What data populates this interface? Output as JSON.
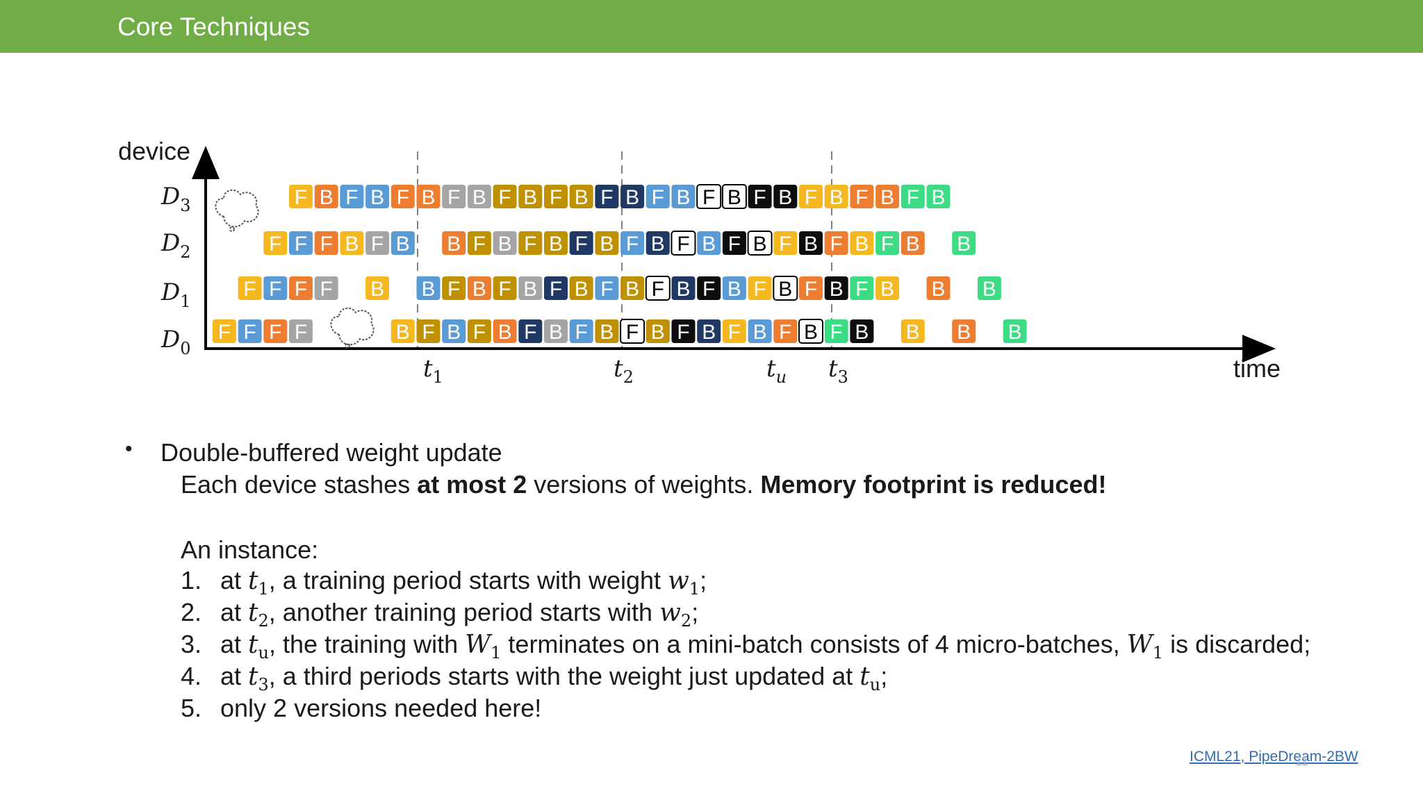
{
  "slide": {
    "title": "Core Techniques",
    "page_number": "11",
    "reference": "ICML21, PipeDream-2BW"
  },
  "diagram": {
    "y_axis_label": "device",
    "x_axis_label": "time",
    "devices": [
      {
        "name": "D",
        "sub": "3"
      },
      {
        "name": "D",
        "sub": "2"
      },
      {
        "name": "D",
        "sub": "1"
      },
      {
        "name": "D",
        "sub": "0"
      }
    ],
    "time_markers": [
      {
        "name": "t",
        "sub": "1"
      },
      {
        "name": "t",
        "sub": "2"
      },
      {
        "name": "t",
        "sub": "u"
      },
      {
        "name": "t",
        "sub": "3"
      }
    ],
    "colors": {
      "yellow": "#f5b820",
      "lightblue": "#5b9bd5",
      "orange": "#ed7d31",
      "gray": "#a5a5a5",
      "olive": "#bf9000",
      "navy": "#1f3864",
      "black": "#0d0d0d",
      "green": "#3ddc84",
      "outline": "#ffffff"
    },
    "rows": [
      [
        {
          "t": 0,
          "c": "yellow",
          "l": "F"
        },
        {
          "t": 1,
          "c": "orange",
          "l": "B"
        },
        {
          "t": 2,
          "c": "lightblue",
          "l": "F"
        },
        {
          "t": 3,
          "c": "lightblue",
          "l": "B"
        },
        {
          "t": 4,
          "c": "orange",
          "l": "F"
        },
        {
          "t": 5,
          "c": "orange",
          "l": "B"
        },
        {
          "t": 6,
          "c": "gray",
          "l": "F"
        },
        {
          "t": 7,
          "c": "gray",
          "l": "B"
        },
        {
          "t": 8,
          "c": "olive",
          "l": "F"
        },
        {
          "t": 9,
          "c": "olive",
          "l": "B"
        },
        {
          "t": 10,
          "c": "olive",
          "l": "F"
        },
        {
          "t": 11,
          "c": "olive",
          "l": "B"
        },
        {
          "t": 12,
          "c": "navy",
          "l": "F"
        },
        {
          "t": 13,
          "c": "navy",
          "l": "B"
        },
        {
          "t": 14,
          "c": "lightblue",
          "l": "F"
        },
        {
          "t": 15,
          "c": "lightblue",
          "l": "B"
        },
        {
          "t": 16,
          "c": "outline",
          "l": "F"
        },
        {
          "t": 17,
          "c": "outline",
          "l": "B"
        },
        {
          "t": 18,
          "c": "black",
          "l": "F"
        },
        {
          "t": 19,
          "c": "black",
          "l": "B"
        },
        {
          "t": 20,
          "c": "yellow",
          "l": "F"
        },
        {
          "t": 21,
          "c": "yellow",
          "l": "B"
        },
        {
          "t": 22,
          "c": "orange",
          "l": "F"
        },
        {
          "t": 23,
          "c": "orange",
          "l": "B"
        },
        {
          "t": 24,
          "c": "green",
          "l": "F"
        },
        {
          "t": 25,
          "c": "green",
          "l": "B"
        }
      ],
      [
        {
          "t": -1,
          "c": "yellow",
          "l": "F"
        },
        {
          "t": 0,
          "c": "lightblue",
          "l": "F"
        },
        {
          "t": 1,
          "c": "orange",
          "l": "F"
        },
        {
          "t": 2,
          "c": "yellow",
          "l": "B"
        },
        {
          "t": 3,
          "c": "gray",
          "l": "F"
        },
        {
          "t": 4,
          "c": "lightblue",
          "l": "B"
        },
        {
          "t": 6,
          "c": "orange",
          "l": "B"
        },
        {
          "t": 7,
          "c": "olive",
          "l": "F"
        },
        {
          "t": 8,
          "c": "gray",
          "l": "B"
        },
        {
          "t": 9,
          "c": "olive",
          "l": "F"
        },
        {
          "t": 10,
          "c": "olive",
          "l": "B"
        },
        {
          "t": 11,
          "c": "navy",
          "l": "F"
        },
        {
          "t": 12,
          "c": "olive",
          "l": "B"
        },
        {
          "t": 13,
          "c": "lightblue",
          "l": "F"
        },
        {
          "t": 14,
          "c": "navy",
          "l": "B"
        },
        {
          "t": 15,
          "c": "outline",
          "l": "F"
        },
        {
          "t": 16,
          "c": "lightblue",
          "l": "B"
        },
        {
          "t": 17,
          "c": "black",
          "l": "F"
        },
        {
          "t": 18,
          "c": "outline",
          "l": "B"
        },
        {
          "t": 19,
          "c": "yellow",
          "l": "F"
        },
        {
          "t": 20,
          "c": "black",
          "l": "B"
        },
        {
          "t": 21,
          "c": "orange",
          "l": "F"
        },
        {
          "t": 22,
          "c": "yellow",
          "l": "B"
        },
        {
          "t": 23,
          "c": "green",
          "l": "F"
        },
        {
          "t": 24,
          "c": "orange",
          "l": "B"
        },
        {
          "t": 26,
          "c": "green",
          "l": "B"
        }
      ],
      [
        {
          "t": -2,
          "c": "yellow",
          "l": "F"
        },
        {
          "t": -1,
          "c": "lightblue",
          "l": "F"
        },
        {
          "t": 0,
          "c": "orange",
          "l": "F"
        },
        {
          "t": 1,
          "c": "gray",
          "l": "F"
        },
        {
          "t": 3,
          "c": "yellow",
          "l": "B"
        },
        {
          "t": 5,
          "c": "lightblue",
          "l": "B"
        },
        {
          "t": 6,
          "c": "olive",
          "l": "F"
        },
        {
          "t": 7,
          "c": "orange",
          "l": "B"
        },
        {
          "t": 8,
          "c": "olive",
          "l": "F"
        },
        {
          "t": 9,
          "c": "gray",
          "l": "B"
        },
        {
          "t": 10,
          "c": "navy",
          "l": "F"
        },
        {
          "t": 11,
          "c": "olive",
          "l": "B"
        },
        {
          "t": 12,
          "c": "lightblue",
          "l": "F"
        },
        {
          "t": 13,
          "c": "olive",
          "l": "B"
        },
        {
          "t": 14,
          "c": "outline",
          "l": "F"
        },
        {
          "t": 15,
          "c": "navy",
          "l": "B"
        },
        {
          "t": 16,
          "c": "black",
          "l": "F"
        },
        {
          "t": 17,
          "c": "lightblue",
          "l": "B"
        },
        {
          "t": 18,
          "c": "yellow",
          "l": "F"
        },
        {
          "t": 19,
          "c": "outline",
          "l": "B"
        },
        {
          "t": 20,
          "c": "orange",
          "l": "F"
        },
        {
          "t": 21,
          "c": "black",
          "l": "B"
        },
        {
          "t": 22,
          "c": "green",
          "l": "F"
        },
        {
          "t": 23,
          "c": "yellow",
          "l": "B"
        },
        {
          "t": 25,
          "c": "orange",
          "l": "B"
        },
        {
          "t": 27,
          "c": "green",
          "l": "B"
        }
      ],
      [
        {
          "t": -3,
          "c": "yellow",
          "l": "F"
        },
        {
          "t": -2,
          "c": "lightblue",
          "l": "F"
        },
        {
          "t": -1,
          "c": "orange",
          "l": "F"
        },
        {
          "t": 0,
          "c": "gray",
          "l": "F"
        },
        {
          "t": 4,
          "c": "yellow",
          "l": "B"
        },
        {
          "t": 5,
          "c": "olive",
          "l": "F"
        },
        {
          "t": 6,
          "c": "lightblue",
          "l": "B"
        },
        {
          "t": 7,
          "c": "olive",
          "l": "F"
        },
        {
          "t": 8,
          "c": "orange",
          "l": "B"
        },
        {
          "t": 9,
          "c": "navy",
          "l": "F"
        },
        {
          "t": 10,
          "c": "gray",
          "l": "B"
        },
        {
          "t": 11,
          "c": "lightblue",
          "l": "F"
        },
        {
          "t": 12,
          "c": "olive",
          "l": "B"
        },
        {
          "t": 13,
          "c": "outline",
          "l": "F"
        },
        {
          "t": 14,
          "c": "olive",
          "l": "B"
        },
        {
          "t": 15,
          "c": "black",
          "l": "F"
        },
        {
          "t": 16,
          "c": "navy",
          "l": "B"
        },
        {
          "t": 17,
          "c": "yellow",
          "l": "F"
        },
        {
          "t": 18,
          "c": "lightblue",
          "l": "B"
        },
        {
          "t": 19,
          "c": "orange",
          "l": "F"
        },
        {
          "t": 20,
          "c": "outline",
          "l": "B"
        },
        {
          "t": 21,
          "c": "green",
          "l": "F"
        },
        {
          "t": 22,
          "c": "black",
          "l": "B"
        },
        {
          "t": 24,
          "c": "yellow",
          "l": "B"
        },
        {
          "t": 26,
          "c": "orange",
          "l": "B"
        },
        {
          "t": 28,
          "c": "green",
          "l": "B"
        }
      ]
    ]
  },
  "bullet": {
    "heading": "Double-buffered weight update",
    "line1_pre": "Each device stashes ",
    "line1_bold1": "at most 2",
    "line1_mid": " versions of weights. ",
    "line1_bold2": "Memory footprint is reduced!",
    "instance_label": "An instance:",
    "items": [
      {
        "num": "1.",
        "pre": "at ",
        "v1": "t",
        "s1": "1",
        "mid": ", a training period starts with weight ",
        "v2": "w",
        "s2": "1",
        "post": ";"
      },
      {
        "num": "2.",
        "pre": "at ",
        "v1": "t",
        "s1": "2",
        "mid": ", another training period starts with ",
        "v2": "w",
        "s2": "2",
        "post": ";"
      },
      {
        "num": "3.",
        "pre": "at ",
        "v1": "t",
        "s1": "u",
        "mid": ", the training with ",
        "v2": "W",
        "s2": "1",
        "mid2": " terminates on a mini-batch consists of 4 micro-batches, ",
        "v3": "W",
        "s3": "1",
        "post": " is discarded;"
      },
      {
        "num": "4.",
        "pre": "at ",
        "v1": "t",
        "s1": "3",
        "mid": ", a third periods starts with the weight just updated at ",
        "v2": "t",
        "s2": "u",
        "post": ";"
      },
      {
        "num": "5.",
        "text": "only 2 versions needed here!"
      }
    ]
  }
}
